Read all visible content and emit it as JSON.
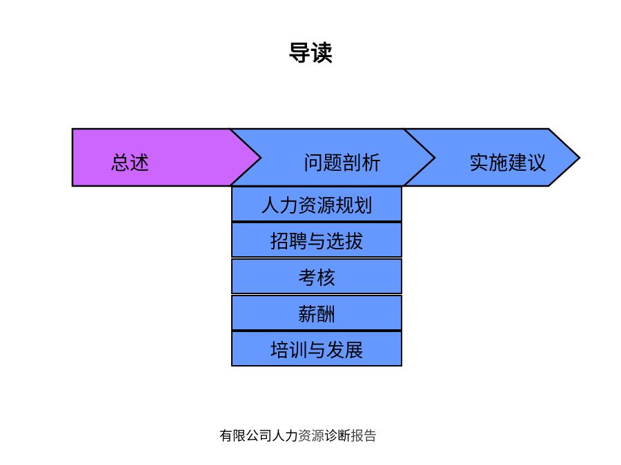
{
  "title": "导读",
  "steps": [
    {
      "label": "总述",
      "color": "#cc66ff"
    },
    {
      "label": "问题剖析",
      "color": "#6699ff"
    },
    {
      "label": "实施建议",
      "color": "#6699ff"
    }
  ],
  "sub_items": [
    "人力资源规划",
    "招聘与选拔",
    "考核",
    "薪酬",
    "培训与发展"
  ],
  "footer": {
    "part1": "有限公司人力",
    "part2": "资源",
    "part3": "诊断",
    "part4": "报告"
  },
  "colors": {
    "outline": "#000000",
    "sub_fill": "#6699ff"
  }
}
